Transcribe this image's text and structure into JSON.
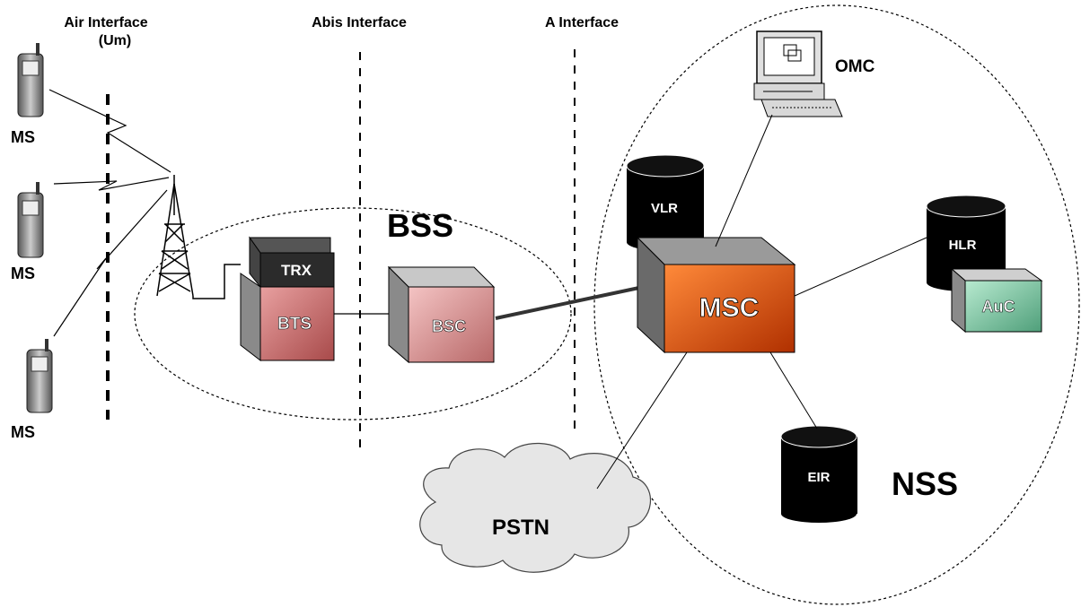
{
  "interfaces": {
    "air": "Air Interface",
    "air_sub": "(Um)",
    "abis": "Abis Interface",
    "a": "A Interface"
  },
  "mobile_stations": [
    "MS",
    "MS",
    "MS"
  ],
  "bss": {
    "label": "BSS",
    "trx": "TRX",
    "bts": "BTS",
    "bsc": "BSC"
  },
  "nss": {
    "label": "NSS",
    "msc": "MSC",
    "vlr": "VLR",
    "hlr": "HLR",
    "auc": "AuC",
    "eir": "EIR",
    "omc": "OMC"
  },
  "pstn": "PSTN",
  "colors": {
    "bts_fill": "#d98080",
    "bsc_fill": "#e8a8a8",
    "trx_fill": "#2b2b2b",
    "msc_fill": "#e8590c",
    "auc_fill": "#7fc7a4",
    "cylinder_fill": "#000000",
    "cloud_fill": "#e6e6e6"
  }
}
